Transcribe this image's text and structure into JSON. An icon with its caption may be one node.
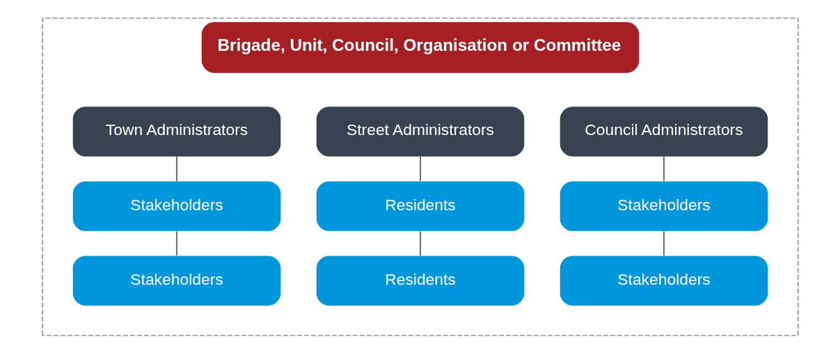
{
  "diagram": {
    "nodes": [
      {
        "text": [
          "Brigade, Unit, Council, Organisation or Committee"
        ]
      },
      {
        "text": [
          "Council Administrators"
        ],
        "in": 0
      },
      {
        "text": [
          "Street Administrators"
        ],
        "in": 0
      },
      {
        "text": [
          "Town Administrators"
        ],
        "in": 0
      },
      {
        "text": [
          "Stakeholders"
        ],
        "in": 0
      },
      {
        "text": [
          "Residents"
        ],
        "in": 0
      },
      {
        "text": [
          "Stakeholders"
        ],
        "in": 0
      },
      {
        "text": [
          "Stakeholders"
        ],
        "in": 0
      },
      {
        "text": [
          "Residents"
        ],
        "in": 0
      },
      {
        "text": [
          "Stakeholders"
        ],
        "in": 0
      }
    ],
    "edges": [
      {
        "from": 1,
        "to": 4,
        "arrow": "none"
      },
      {
        "from": 4,
        "to": 7,
        "arrow": "none"
      },
      {
        "from": 2,
        "to": 5,
        "arrow": "none"
      },
      {
        "from": 5,
        "to": 8,
        "arrow": "none"
      },
      {
        "from": 3,
        "to": 6,
        "arrow": "none"
      },
      {
        "from": 6,
        "to": 9,
        "arrow": "none"
      }
    ]
  }
}
